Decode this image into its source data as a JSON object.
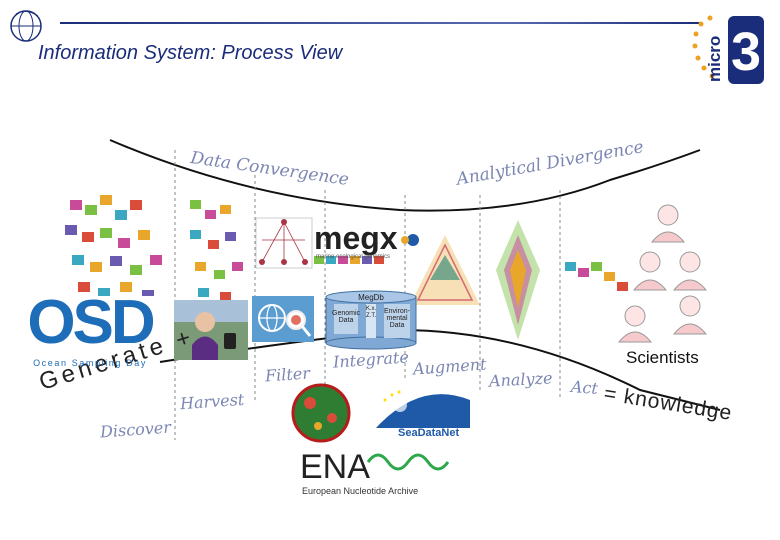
{
  "header": {
    "title": "Information System: Process View"
  },
  "logo_right": {
    "text": "micro",
    "digit": "3"
  },
  "phases": {
    "data_convergence": "Data Convergence",
    "analytical_divergence": "Analytical Divergence",
    "discover": "Discover",
    "harvest": "Harvest",
    "filter": "Filter",
    "integrate": "Integrate",
    "augment": "Augment",
    "analyze": "Analyze",
    "act": "Act"
  },
  "statements": {
    "generate": "Generate +",
    "knowledge": "= knowledge",
    "scientists": "Scientists"
  },
  "logos": {
    "osd": "OSD",
    "osd_caption": "Ocean Sampling Day",
    "megx": "megx",
    "megx_caption": "marine ecological genomics",
    "megdb": "MegDb",
    "genomic_data": "Genomic Data",
    "contextual": "K.x.Z.T.",
    "environmental_data": "Environ-mental Data",
    "seadatanet": "SeaDataNet",
    "ena": "ENA",
    "ena_caption": "European Nucleotide Archive"
  },
  "colors": {
    "title": "#1a2d7a",
    "curve": "#111111",
    "accent_blue": "#1e5aa8"
  }
}
